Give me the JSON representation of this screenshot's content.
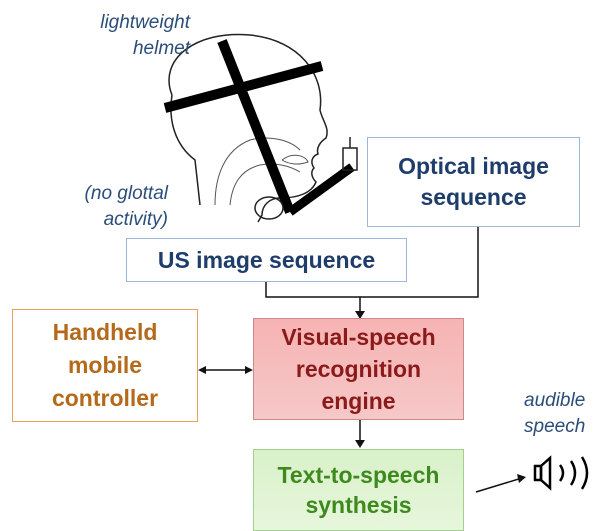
{
  "labels": {
    "helmet": [
      "lightweight",
      "helmet"
    ],
    "glottal": [
      "(no glottal",
      "activity)"
    ],
    "audible": [
      "audible",
      "speech"
    ]
  },
  "boxes": {
    "optical": [
      "Optical image",
      "sequence"
    ],
    "us": "US image sequence",
    "handheld": [
      "Handheld",
      "mobile",
      "controller"
    ],
    "vsr": [
      "Visual-speech",
      "recognition",
      "engine"
    ],
    "tts": [
      "Text-to-speech",
      "synthesis"
    ]
  },
  "colors": {
    "blue_text": "#1f3d6b",
    "orange_text": "#b56a1b",
    "red_text": "#8b1a1a",
    "green_text": "#3e8a1f",
    "italic_label": "#2b4d7a"
  }
}
